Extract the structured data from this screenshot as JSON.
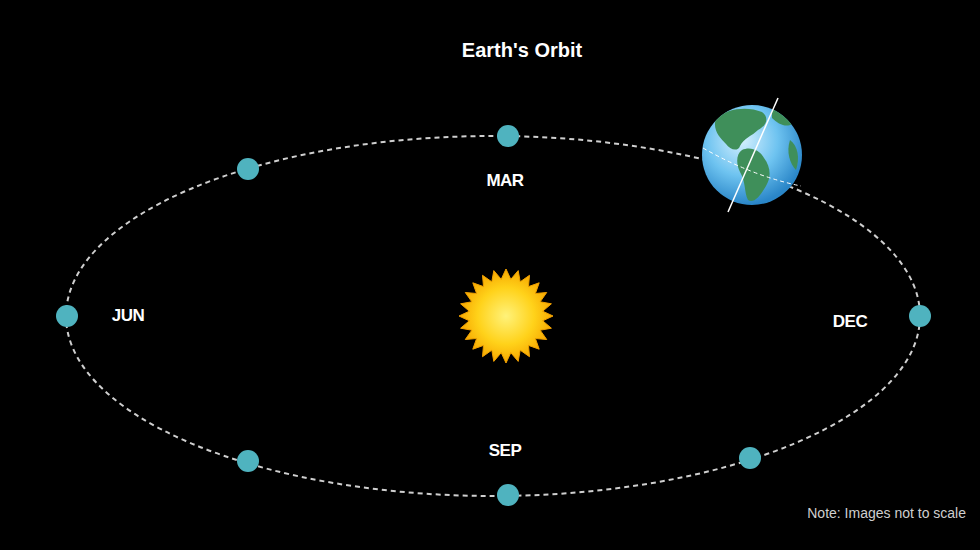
{
  "diagram": {
    "title": "Earth's Orbit",
    "labels": [
      "MAR",
      "JUN",
      "SEP",
      "DEC",
      "Note: Images not to scale"
    ]
  }
}
